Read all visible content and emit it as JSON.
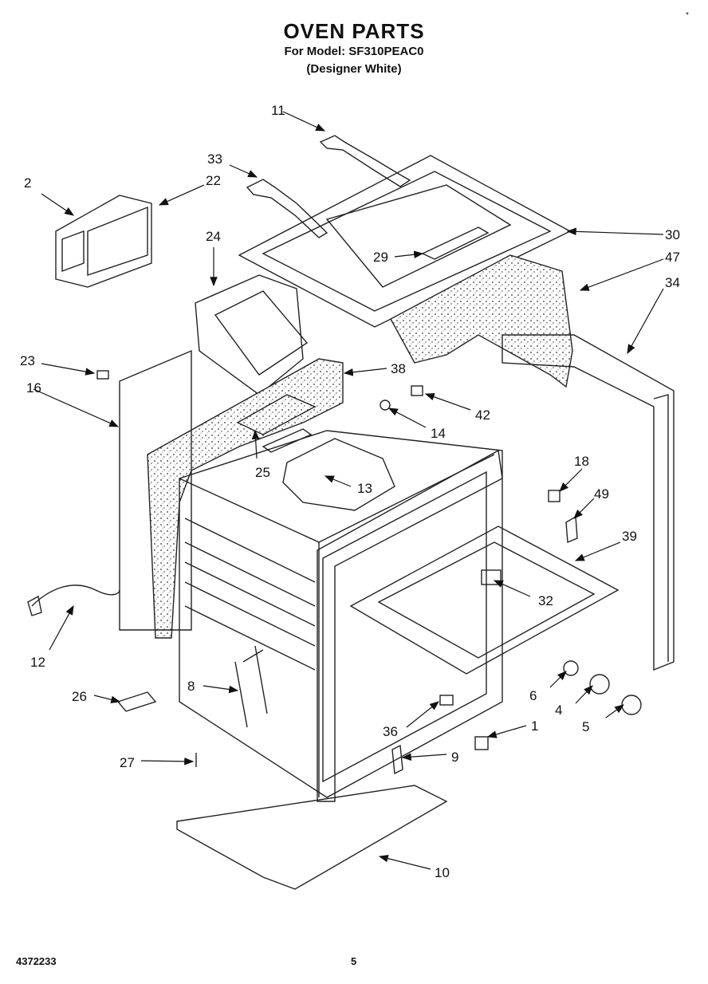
{
  "header": {
    "title": "OVEN PARTS",
    "model": "For Model: SF310PEAC0",
    "variant": "(Designer White)"
  },
  "footer": {
    "doc_number": "4372233",
    "page_number": "5"
  },
  "corner_mark": "*",
  "callouts": [
    {
      "label": "11",
      "part": "11"
    },
    {
      "label": "33",
      "part": "33"
    },
    {
      "label": "2",
      "part": "2"
    },
    {
      "label": "22",
      "part": "22"
    },
    {
      "label": "24",
      "part": "24"
    },
    {
      "label": "30",
      "part": "30"
    },
    {
      "label": "47",
      "part": "47"
    },
    {
      "label": "34",
      "part": "34"
    },
    {
      "label": "29",
      "part": "29"
    },
    {
      "label": "23",
      "part": "23"
    },
    {
      "label": "16",
      "part": "16"
    },
    {
      "label": "38",
      "part": "38"
    },
    {
      "label": "42",
      "part": "42"
    },
    {
      "label": "14",
      "part": "14"
    },
    {
      "label": "25",
      "part": "25"
    },
    {
      "label": "13",
      "part": "13"
    },
    {
      "label": "18",
      "part": "18"
    },
    {
      "label": "49",
      "part": "49"
    },
    {
      "label": "39",
      "part": "39"
    },
    {
      "label": "32",
      "part": "32"
    },
    {
      "label": "12",
      "part": "12"
    },
    {
      "label": "8",
      "part": "8"
    },
    {
      "label": "26",
      "part": "26"
    },
    {
      "label": "6",
      "part": "6"
    },
    {
      "label": "4",
      "part": "4"
    },
    {
      "label": "5",
      "part": "5"
    },
    {
      "label": "36",
      "part": "36"
    },
    {
      "label": "1",
      "part": "1"
    },
    {
      "label": "9",
      "part": "9"
    },
    {
      "label": "27",
      "part": "27"
    },
    {
      "label": "10",
      "part": "10"
    }
  ]
}
